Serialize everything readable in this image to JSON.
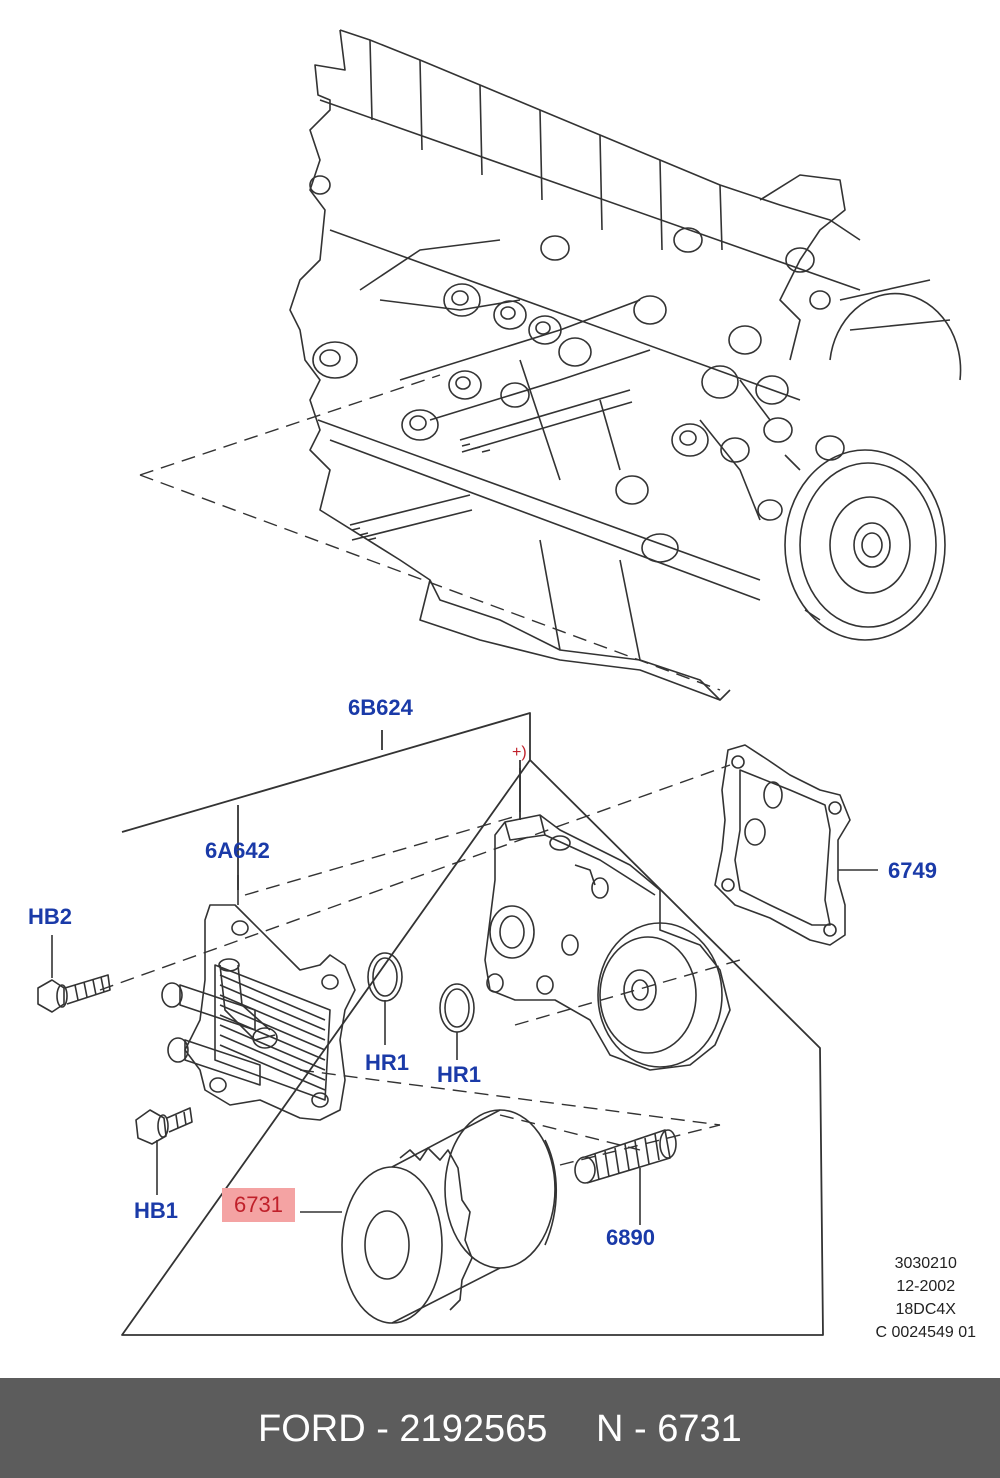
{
  "diagram": {
    "callouts": {
      "c6b624": "6B624",
      "c6a642": "6A642",
      "hb2": "HB2",
      "hb1": "HB1",
      "hr1a": "HR1",
      "hr1b": "HR1",
      "c6749": "6749",
      "c6731": "6731",
      "c6890": "6890"
    },
    "plus_marker": "+)",
    "meta": {
      "line1": "3030210",
      "line2": "12-2002",
      "line3": "18DC4X",
      "line4": "C 0024549 01"
    },
    "highlight_color": "#f4a3a3",
    "callout_color": "#1a3aa8"
  },
  "footer": {
    "left": "FORD - 2192565",
    "right": "N - 6731"
  }
}
